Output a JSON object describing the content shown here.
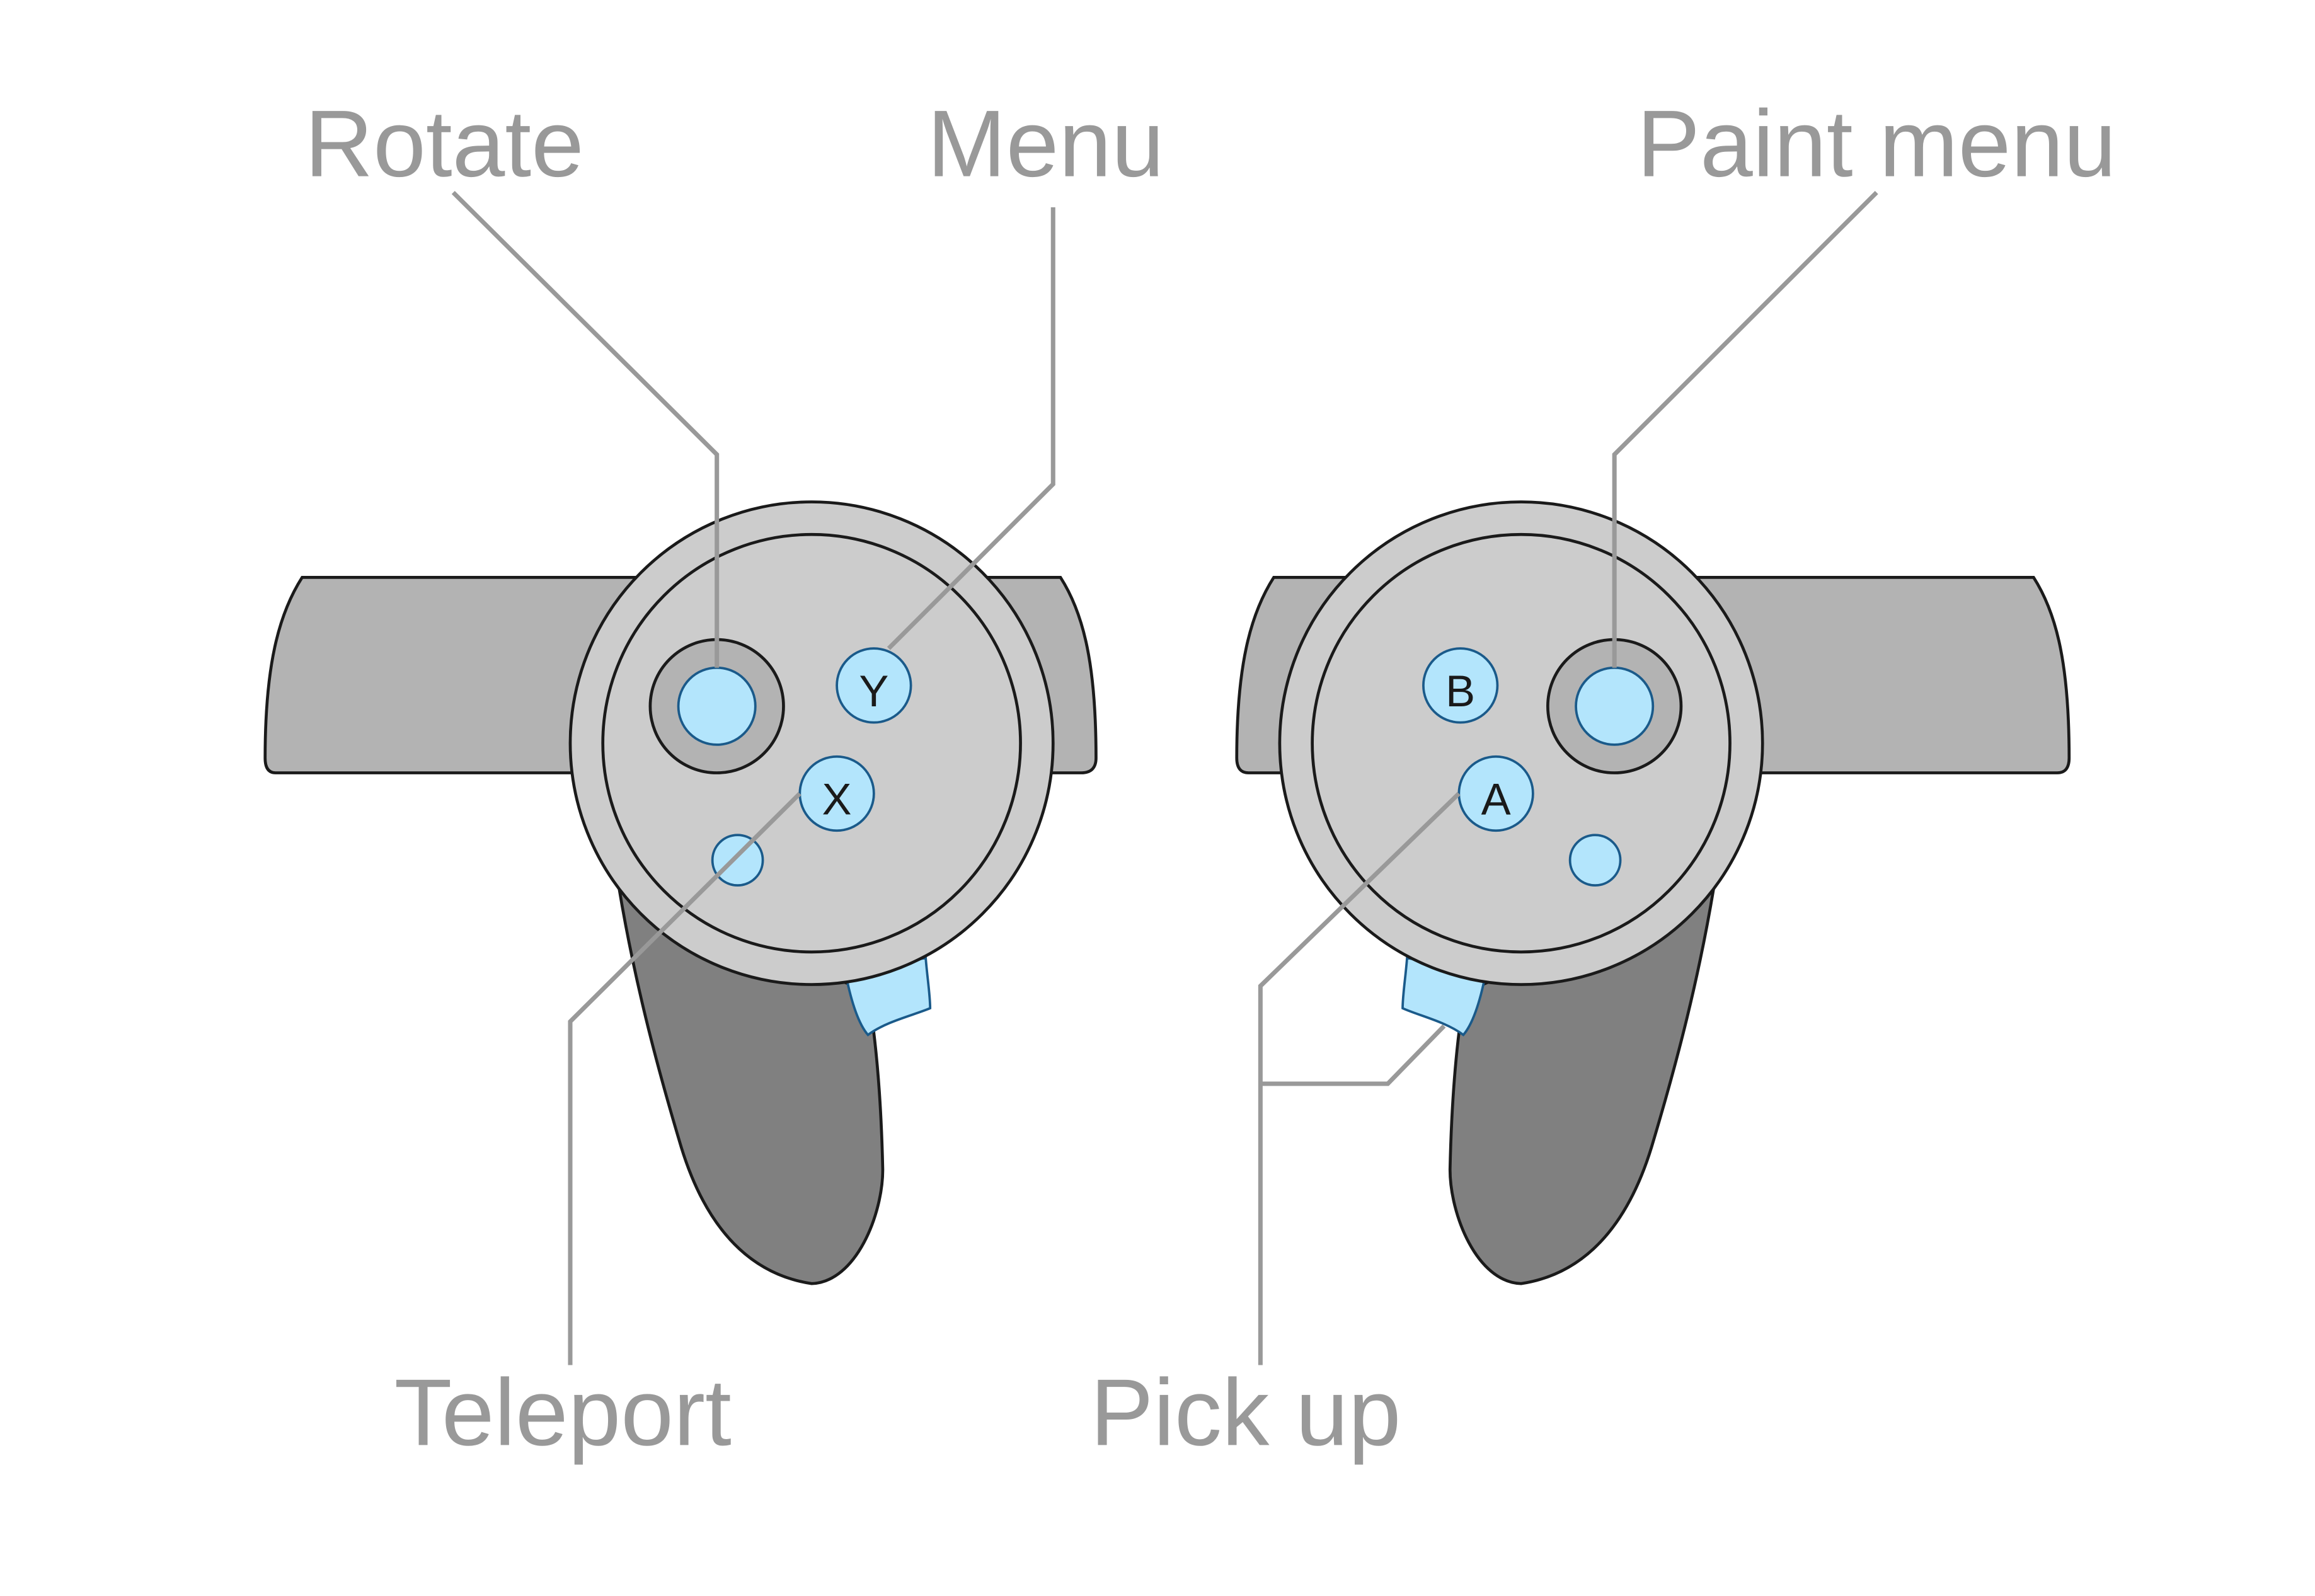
{
  "labels": {
    "rotate": "Rotate",
    "menu": "Menu",
    "paint_menu": "Paint menu",
    "teleport": "Teleport",
    "pick_up": "Pick up"
  },
  "buttons": {
    "left_upper": "Y",
    "left_lower": "X",
    "right_upper": "B",
    "right_lower": "A"
  },
  "colors": {
    "grip": "#808080",
    "bar": "#b3b3b3",
    "face": "#cccccc",
    "button": "#b3e5fc",
    "leader": "#999999",
    "label": "#999999"
  }
}
